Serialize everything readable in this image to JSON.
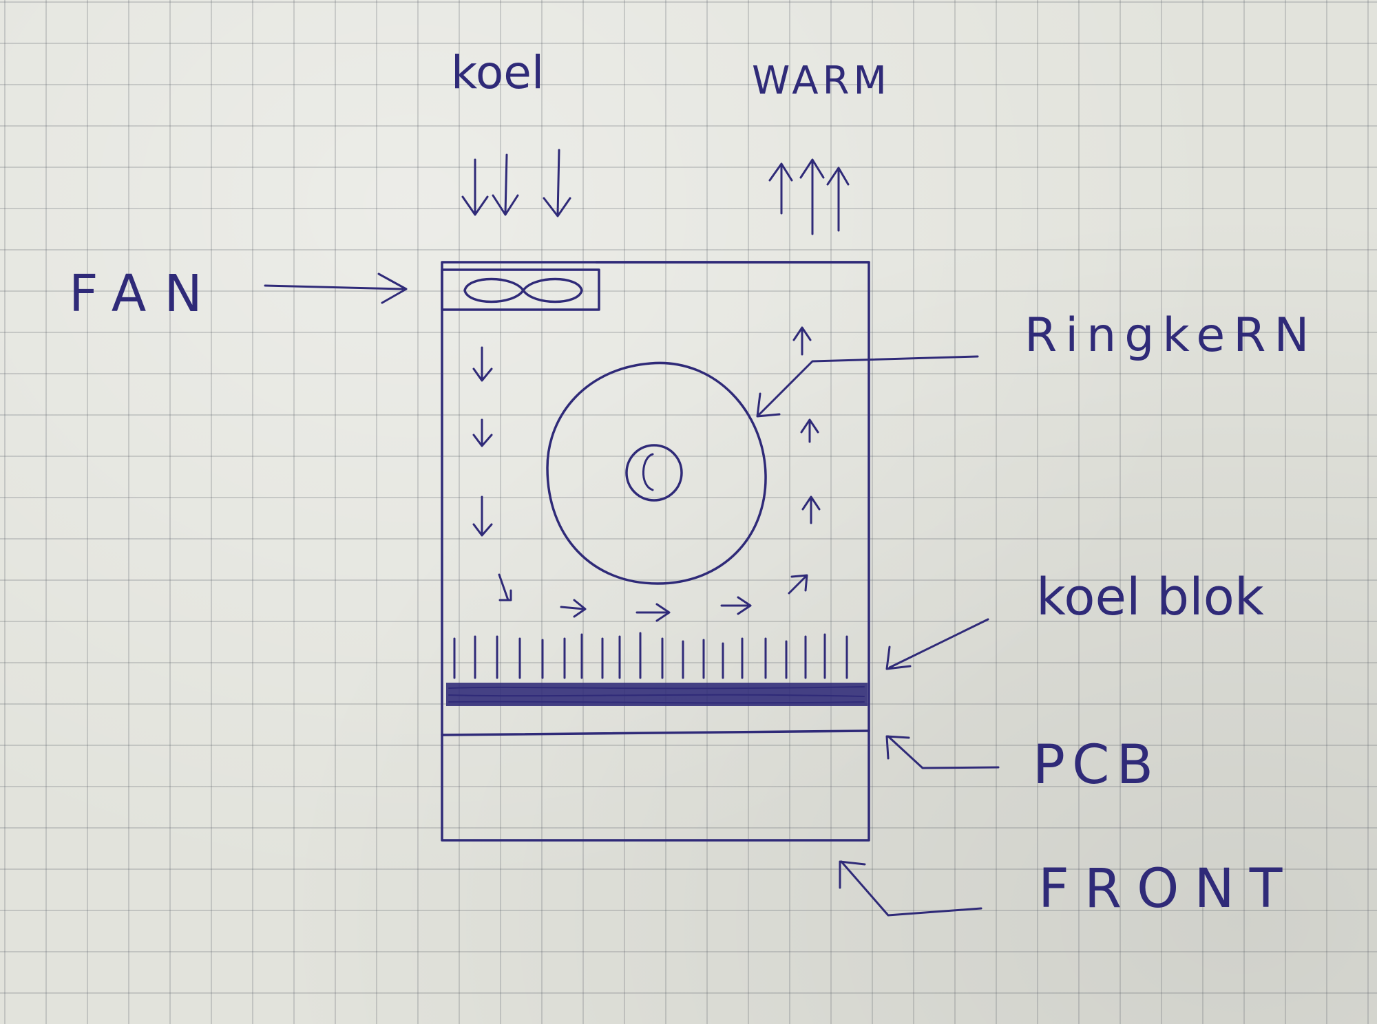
{
  "labels": {
    "cool": "koel",
    "warm": "WARM",
    "fan": "FAN",
    "ringkern": "RingkeRN",
    "koelblok": "koel blok",
    "pcb": "PCB",
    "front": "FRONT"
  },
  "colors": {
    "ink": "#2f2a78",
    "paper": "#e2e3dc",
    "grid": "#8a8f99"
  },
  "icons": {
    "fan": "fan-infinity-symbol",
    "airflow": "arrow-icon"
  }
}
